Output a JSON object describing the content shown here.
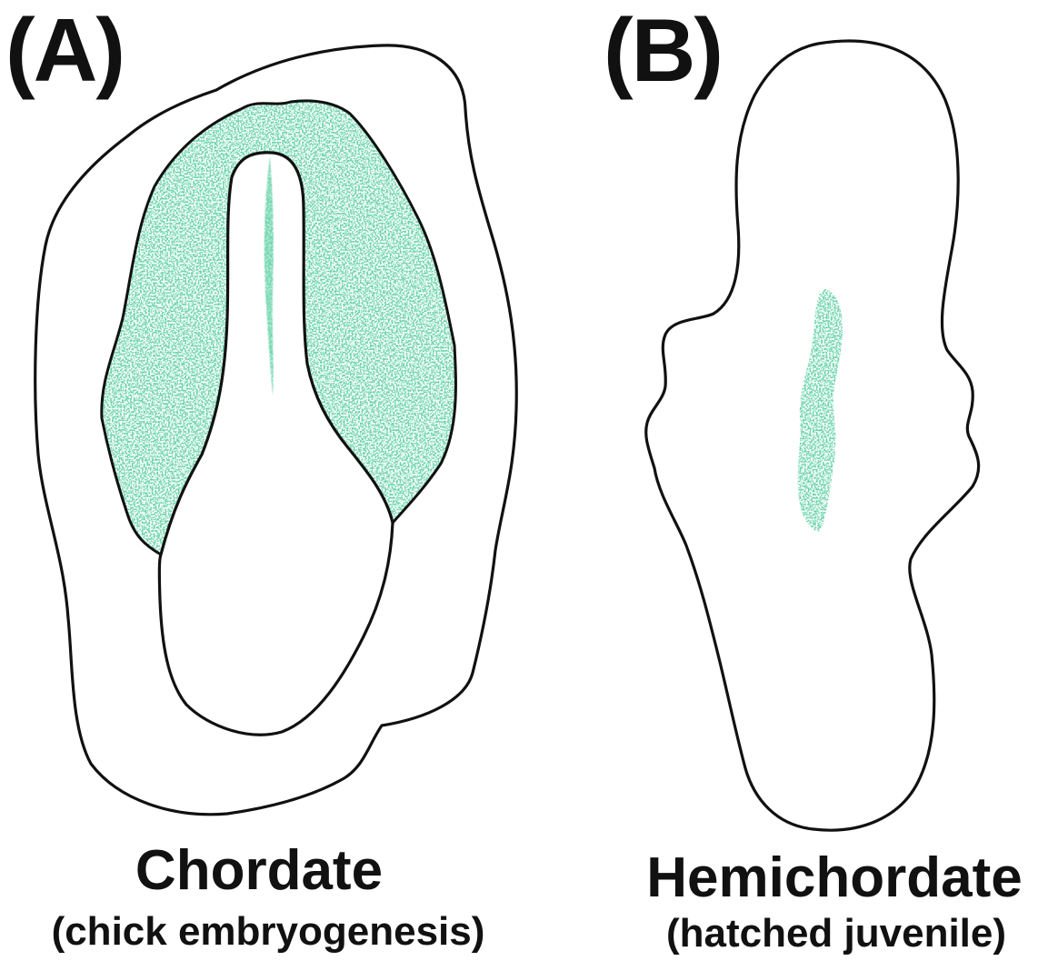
{
  "panels": [
    {
      "label": "(A)",
      "title": "Chordate",
      "subtitle": "(chick embryogenesis)"
    },
    {
      "label": "(B)",
      "title": "Hemichordate",
      "subtitle": "(hatched juvenile)"
    }
  ],
  "colors": {
    "outline": "#111111",
    "stain": "#1fa463",
    "background": "#ffffff"
  }
}
